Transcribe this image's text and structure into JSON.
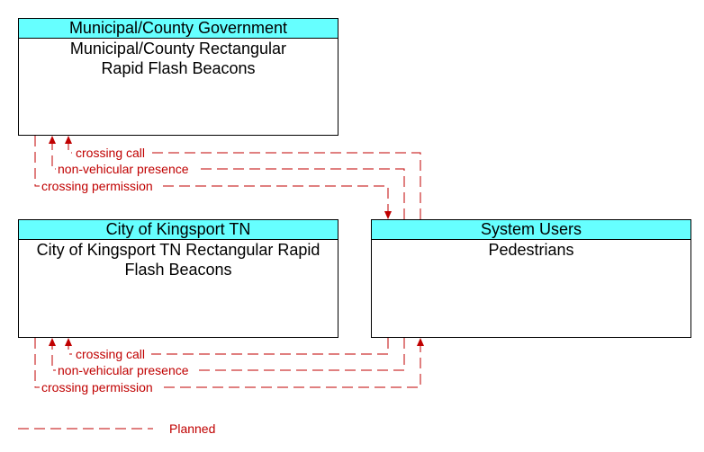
{
  "nodes": {
    "municipal": {
      "owner": "Municipal/County Government",
      "element": "Municipal/County Rectangular Rapid Flash Beacons"
    },
    "kingsport": {
      "owner": "City of Kingsport TN",
      "element": "City of Kingsport TN Rectangular Rapid Flash Beacons"
    },
    "users": {
      "owner": "System Users",
      "element": "Pedestrians"
    }
  },
  "flows_top": {
    "crossing_call": "crossing call",
    "non_vehicular_presence": "non-vehicular presence",
    "crossing_permission": "crossing permission"
  },
  "flows_bottom": {
    "crossing_call": "crossing call",
    "non_vehicular_presence": "non-vehicular presence",
    "crossing_permission": "crossing permission"
  },
  "legend": {
    "planned": "Planned"
  },
  "colors": {
    "header": "#66ffff",
    "flow": "#c00000"
  }
}
